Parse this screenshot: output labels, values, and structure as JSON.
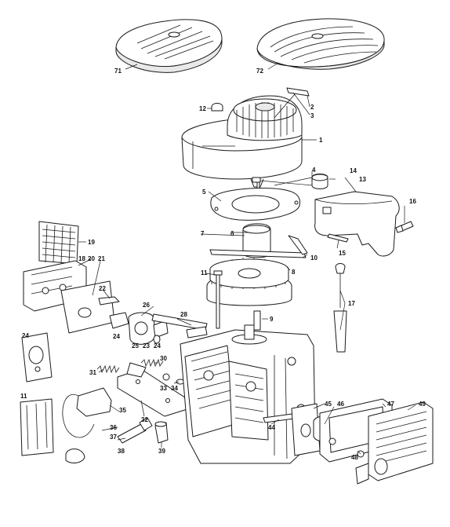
{
  "diagram": {
    "callouts": {
      "c1": "1",
      "c2": "2",
      "c3": "3",
      "c4": "4",
      "c5": "5",
      "c6": "6",
      "c7": "7",
      "c8": "8",
      "c9": "9",
      "c10": "10",
      "c11a": "11",
      "c11b": "11",
      "c12": "12",
      "c13": "13",
      "c14": "14",
      "c15": "15",
      "c16": "16",
      "c17": "17",
      "c18": "18",
      "c19": "19",
      "c20": "20",
      "c21": "21",
      "c22": "22",
      "c23": "23",
      "c24a": "24",
      "c24b": "24",
      "c24c": "24",
      "c25": "25",
      "c26": "26",
      "c28": "28",
      "c30": "30",
      "c31": "31",
      "c32": "32",
      "c33": "33",
      "c34": "34",
      "c35": "35",
      "c36": "36",
      "c37": "37",
      "c38": "38",
      "c39": "39",
      "c44": "44",
      "c45": "45",
      "c46": "46",
      "c47": "47",
      "c48": "48",
      "c49": "49",
      "c71": "71",
      "c72": "72"
    },
    "colors": {
      "line": "#1a1a1a",
      "background": "#ffffff",
      "fill": "#ffffff"
    }
  }
}
